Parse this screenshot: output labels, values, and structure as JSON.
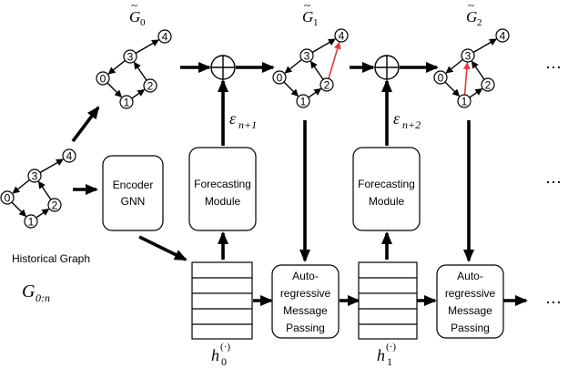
{
  "labels": {
    "historical_graph": "Historical Graph",
    "g0n_main": "G",
    "g0n_sub": "0:n",
    "gt_main": "G",
    "gt0_sub": "0",
    "gt1_sub": "1",
    "gt2_sub": "2",
    "gt_tilde": "~",
    "eps": "ε",
    "eps1_sub": "n+1",
    "eps2_sub": "n+2",
    "h_main": "h",
    "h0_sub": "0",
    "h1_sub": "1",
    "h_sup": "(·)",
    "ellipsis": "⋯"
  },
  "boxes": {
    "encoder": [
      "Encoder",
      "GNN"
    ],
    "forecast1": [
      "Forecasting",
      "Module"
    ],
    "forecast2": [
      "Forecasting",
      "Module"
    ],
    "arm1": [
      "Auto-",
      "regressive",
      "Message",
      "Passing"
    ],
    "arm2": [
      "Auto-",
      "regressive",
      "Message",
      "Passing"
    ]
  },
  "node_labels": [
    "0",
    "1",
    "2",
    "3",
    "4"
  ],
  "colors": {
    "stroke": "#000000",
    "highlight": "#e8383d"
  }
}
